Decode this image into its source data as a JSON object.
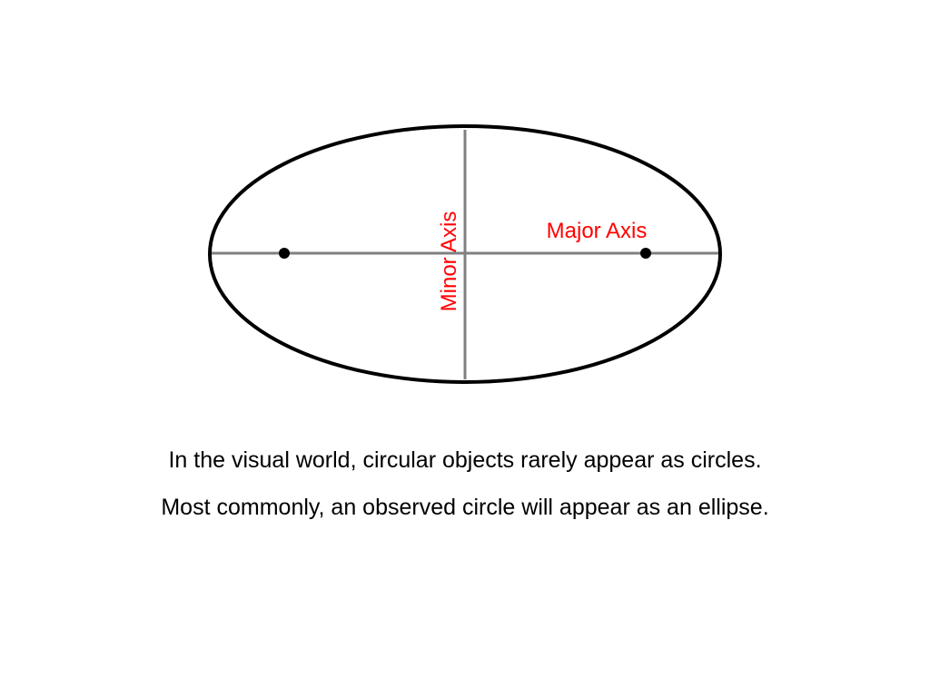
{
  "diagram": {
    "labels": {
      "major_axis": "Major Axis",
      "minor_axis": "Minor Axis"
    },
    "colors": {
      "outline": "#000000",
      "axis_line": "#808080",
      "label": "#ff0000",
      "focus_point": "#000000"
    }
  },
  "caption": {
    "line1": "In the visual world, circular objects rarely appear as circles.",
    "line2": "Most commonly, an observed circle will appear as an ellipse."
  }
}
